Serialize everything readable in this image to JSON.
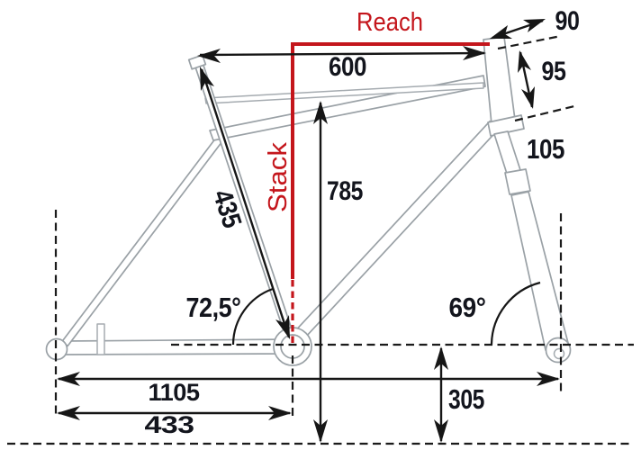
{
  "labels": {
    "reach": "Reach",
    "stack": "Stack",
    "top_tube_length": "600",
    "stem_length": "90",
    "head_tube_top": "95",
    "head_tube_length": "105",
    "standover_height": "785",
    "seat_tube_length": "435",
    "seat_tube_angle": "72,5°",
    "head_tube_angle": "69°",
    "wheelbase": "1105",
    "chainstay_length": "433",
    "bb_height": "305"
  },
  "colors": {
    "accent_red": "#C4161C",
    "dimension_black": "#161616",
    "frame_gray": "#9AA1A6",
    "label_color": "#13151D"
  }
}
